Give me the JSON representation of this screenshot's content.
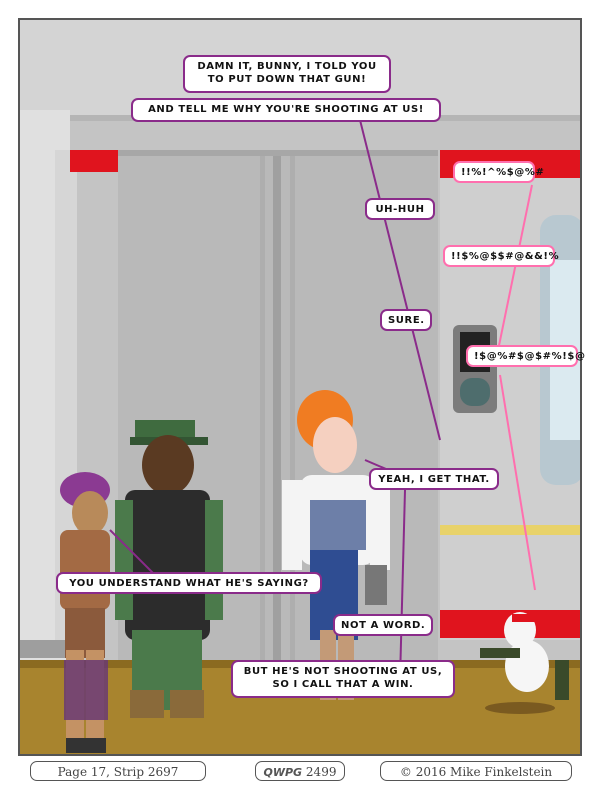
{
  "comic": {
    "dialogue": [
      {
        "id": "b1",
        "text": "Damn it, Bunny, I told you"
      },
      {
        "id": "b1b",
        "text": "to put down that gun!"
      },
      {
        "id": "b2",
        "text": "And tell me why you're shooting at us!"
      },
      {
        "id": "b3",
        "text": "Uh-huh"
      },
      {
        "id": "b4",
        "text": "Sure."
      },
      {
        "id": "b5",
        "text": "Yeah, I get that."
      },
      {
        "id": "b6",
        "text": "You understand what he's saying?"
      },
      {
        "id": "b7",
        "text": "Not a word."
      },
      {
        "id": "b8a",
        "text": "But he's not shooting at us,"
      },
      {
        "id": "b8b",
        "text": "so I call that a win."
      },
      {
        "id": "b9",
        "text": "!!%!^%$@%#"
      },
      {
        "id": "b10",
        "text": "!!$%@$$#@&&!%"
      },
      {
        "id": "b11",
        "text": "!$@%#$@$#%!$@"
      }
    ]
  },
  "footer": {
    "page": "Page 17, Strip 2697",
    "logo_prefix": "QWPG",
    "logo_number": "2499",
    "copyright": "© 2016 Mike Finkelstein"
  },
  "colors": {
    "bubble_border_main": "#8a2b8a",
    "bubble_border_bunny": "#ff6fae",
    "wall": "#c9c9c9",
    "floor": "#a8842e",
    "accent_red": "#e0141e"
  }
}
